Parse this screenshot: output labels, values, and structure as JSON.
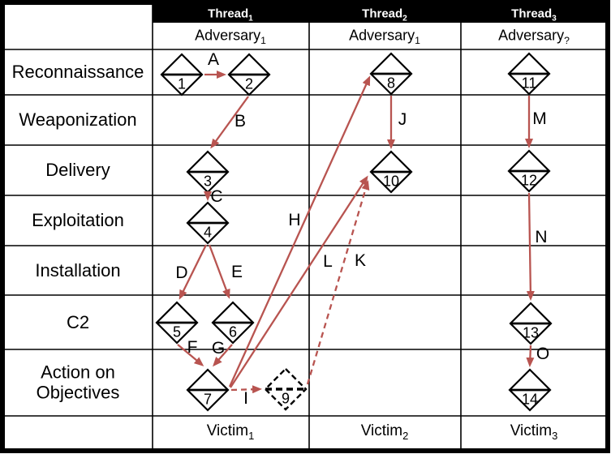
{
  "colors": {
    "arrow": "#b85450",
    "header_bg": "#000000",
    "header_text": "#ffffff",
    "grid": "#000000",
    "node_fill": "#ffffff",
    "text": "#000000"
  },
  "phases": [
    "Reconnaissance",
    "Weaponization",
    "Delivery",
    "Exploitation",
    "Installation",
    "C2",
    "Action on Objectives"
  ],
  "threads": [
    {
      "name": "Thread",
      "sub": "1",
      "adversary": "Adversary",
      "adversary_sub": "1",
      "victim": "Victim",
      "victim_sub": "1"
    },
    {
      "name": "Thread",
      "sub": "2",
      "adversary": "Adversary",
      "adversary_sub": "1",
      "victim": "Victim",
      "victim_sub": "2"
    },
    {
      "name": "Thread",
      "sub": "3",
      "adversary": "Adversary",
      "adversary_sub": "?",
      "victim": "Victim",
      "victim_sub": "3"
    }
  ],
  "nodes": [
    {
      "label": "1",
      "thread": 1,
      "phase": "Reconnaissance",
      "outline": "solid"
    },
    {
      "label": "2",
      "thread": 1,
      "phase": "Reconnaissance",
      "outline": "solid"
    },
    {
      "label": "3",
      "thread": 1,
      "phase": "Delivery",
      "outline": "solid"
    },
    {
      "label": "4",
      "thread": 1,
      "phase": "Exploitation",
      "outline": "solid"
    },
    {
      "label": "5",
      "thread": 1,
      "phase": "C2",
      "outline": "solid"
    },
    {
      "label": "6",
      "thread": 1,
      "phase": "C2",
      "outline": "solid"
    },
    {
      "label": "7",
      "thread": 1,
      "phase": "Action on Objectives",
      "outline": "solid"
    },
    {
      "label": "8",
      "thread": 2,
      "phase": "Reconnaissance",
      "outline": "solid"
    },
    {
      "label": "9",
      "thread": 1,
      "phase": "Action on Objectives",
      "outline": "dashed"
    },
    {
      "label": "10",
      "thread": 2,
      "phase": "Delivery",
      "outline": "solid"
    },
    {
      "label": "11",
      "thread": 3,
      "phase": "Reconnaissance",
      "outline": "solid"
    },
    {
      "label": "12",
      "thread": 3,
      "phase": "Delivery",
      "outline": "solid"
    },
    {
      "label": "13",
      "thread": 3,
      "phase": "C2",
      "outline": "solid"
    },
    {
      "label": "14",
      "thread": 3,
      "phase": "Action on Objectives",
      "outline": "solid"
    }
  ],
  "edges": [
    {
      "label": "A",
      "from": "1",
      "to": "2",
      "style": "solid"
    },
    {
      "label": "B",
      "from": "2",
      "to": "3",
      "style": "solid"
    },
    {
      "label": "C",
      "from": "3",
      "to": "4",
      "style": "solid"
    },
    {
      "label": "D",
      "from": "4",
      "to": "5",
      "style": "solid"
    },
    {
      "label": "E",
      "from": "4",
      "to": "6",
      "style": "solid"
    },
    {
      "label": "F",
      "from": "5",
      "to": "7",
      "style": "solid"
    },
    {
      "label": "G",
      "from": "6",
      "to": "7",
      "style": "solid"
    },
    {
      "label": "H",
      "from": "7",
      "to": "8",
      "style": "solid"
    },
    {
      "label": "I",
      "from": "7",
      "to": "9",
      "style": "dashed"
    },
    {
      "label": "J",
      "from": "8",
      "to": "10",
      "style": "solid"
    },
    {
      "label": "K",
      "from": "9",
      "to": "10",
      "style": "dashed"
    },
    {
      "label": "L",
      "from": "7",
      "to": "10",
      "style": "solid"
    },
    {
      "label": "M",
      "from": "11",
      "to": "12",
      "style": "solid"
    },
    {
      "label": "N",
      "from": "12",
      "to": "13",
      "style": "solid"
    },
    {
      "label": "O",
      "from": "13",
      "to": "14",
      "style": "solid"
    }
  ]
}
